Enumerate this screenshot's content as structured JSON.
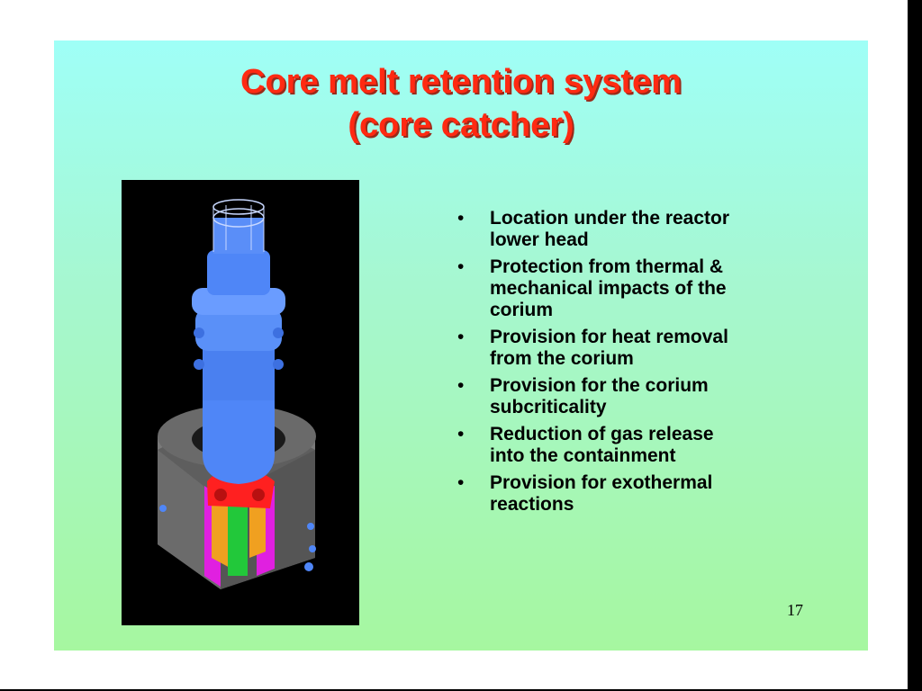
{
  "slide": {
    "title_lines": [
      "Core melt retention system",
      "(core catcher)"
    ],
    "bullet_symbol": "•",
    "bullets": [
      "Location under the reactor\nlower head",
      "Protection from thermal &\nmechanical impacts of the\ncorium",
      "Provision for heat removal\nfrom the corium",
      "Provision for the corium\nsubcriticality",
      "Reduction of gas release\ninto the containment",
      "Provision for exothermal\nreactions"
    ],
    "page_number": "17",
    "image": {
      "subject": "3D cutaway model of reactor vessel above core catcher",
      "colors": {
        "vessel": "#4f86f7",
        "concrete": "#6e6e6e",
        "red_parts": "#ff2020",
        "green_parts": "#22c83a",
        "magenta_parts": "#e020e0",
        "orange_parts": "#f0a020"
      }
    }
  }
}
